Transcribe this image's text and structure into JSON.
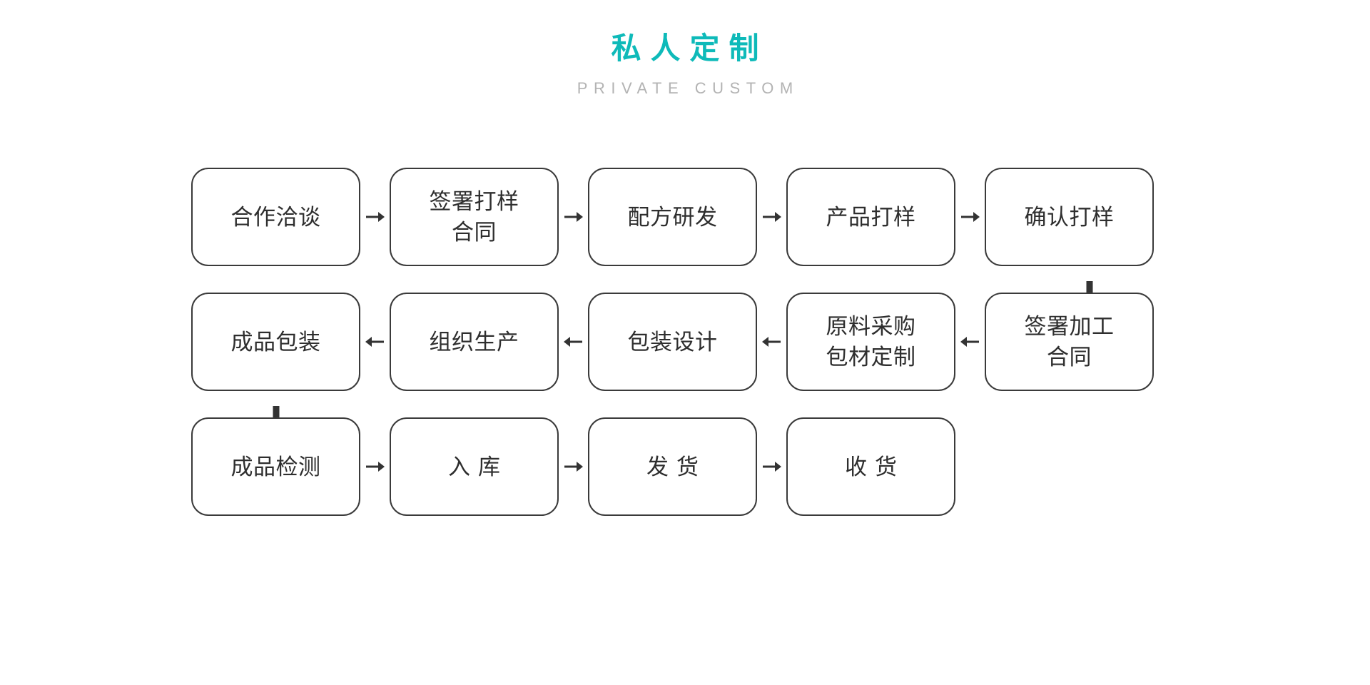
{
  "header": {
    "title_cn": "私人定制",
    "title_en": "PRIVATE CUSTOM",
    "title_color": "#0ebab9",
    "subtitle_color": "#b3b3b3"
  },
  "theme": {
    "background": "#ffffff",
    "node_border": "#3a3a3a",
    "node_text": "#2e2e2e",
    "arrow_color": "#333333"
  },
  "flow": {
    "rows": [
      {
        "id": "row-1",
        "direction": "left-to-right",
        "nodes": [
          {
            "label": "合作洽谈",
            "lines": 1
          },
          {
            "label": "签署打样\n合同",
            "lines": 2
          },
          {
            "label": "配方研发",
            "lines": 1
          },
          {
            "label": "产品打样",
            "lines": 1
          },
          {
            "label": "确认打样",
            "lines": 1
          }
        ]
      },
      {
        "id": "row-2",
        "direction": "right-to-left",
        "nodes": [
          {
            "label": "成品包装",
            "lines": 1
          },
          {
            "label": "组织生产",
            "lines": 1
          },
          {
            "label": "包装设计",
            "lines": 1
          },
          {
            "label": "原料采购\n包材定制",
            "lines": 2
          },
          {
            "label": "签署加工\n合同",
            "lines": 2
          }
        ]
      },
      {
        "id": "row-3",
        "direction": "left-to-right",
        "nodes": [
          {
            "label": "成品检测",
            "lines": 1
          },
          {
            "label": "入库",
            "lines": 1,
            "spaced": true
          },
          {
            "label": "发货",
            "lines": 1,
            "spaced": true
          },
          {
            "label": "收货",
            "lines": 1,
            "spaced": true
          }
        ]
      }
    ],
    "connectors": {
      "row1_to_row2": "down",
      "row2_to_row3": "down"
    }
  }
}
